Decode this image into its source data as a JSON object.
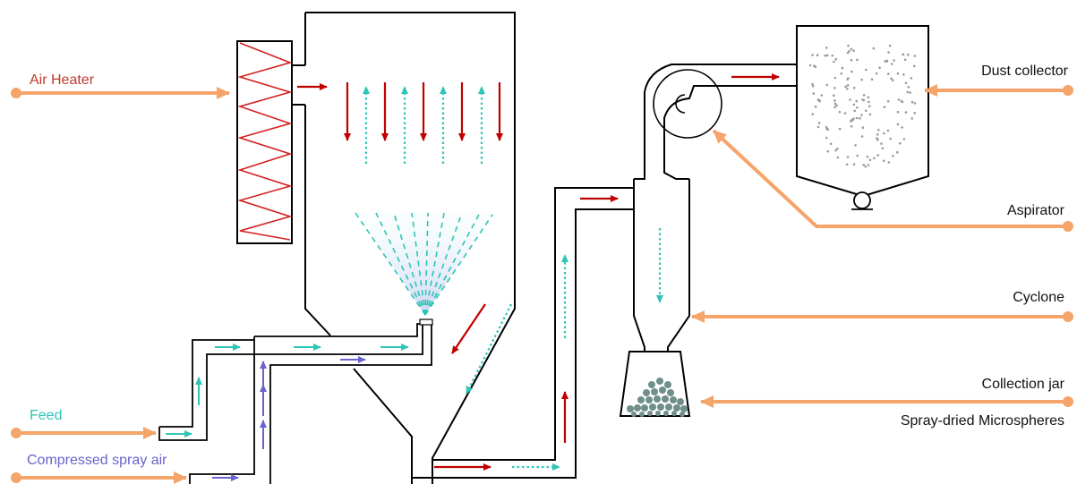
{
  "labels": {
    "air_heater": "Air Heater",
    "feed": "Feed",
    "compressed_spray_air": "Compressed spray air",
    "dust_collector": "Dust collector",
    "aspirator": "Aspirator",
    "cyclone": "Cyclone",
    "collection_jar": "Collection jar",
    "spray_dried_microspheres": "Spray-dried Microspheres"
  },
  "colors": {
    "label_line": "#f5a46a",
    "hot_air": "#c00000",
    "feed_flow": "#2ec4b6",
    "spray_air": "#6b63cc",
    "outline": "#000000",
    "particles": "#6f8f8a",
    "dust": "#9a9a9a",
    "air_heater_text": "#c0392b",
    "feed_text": "#2ec4b6",
    "spray_air_text": "#6b63cc",
    "default_text": "#111111"
  }
}
